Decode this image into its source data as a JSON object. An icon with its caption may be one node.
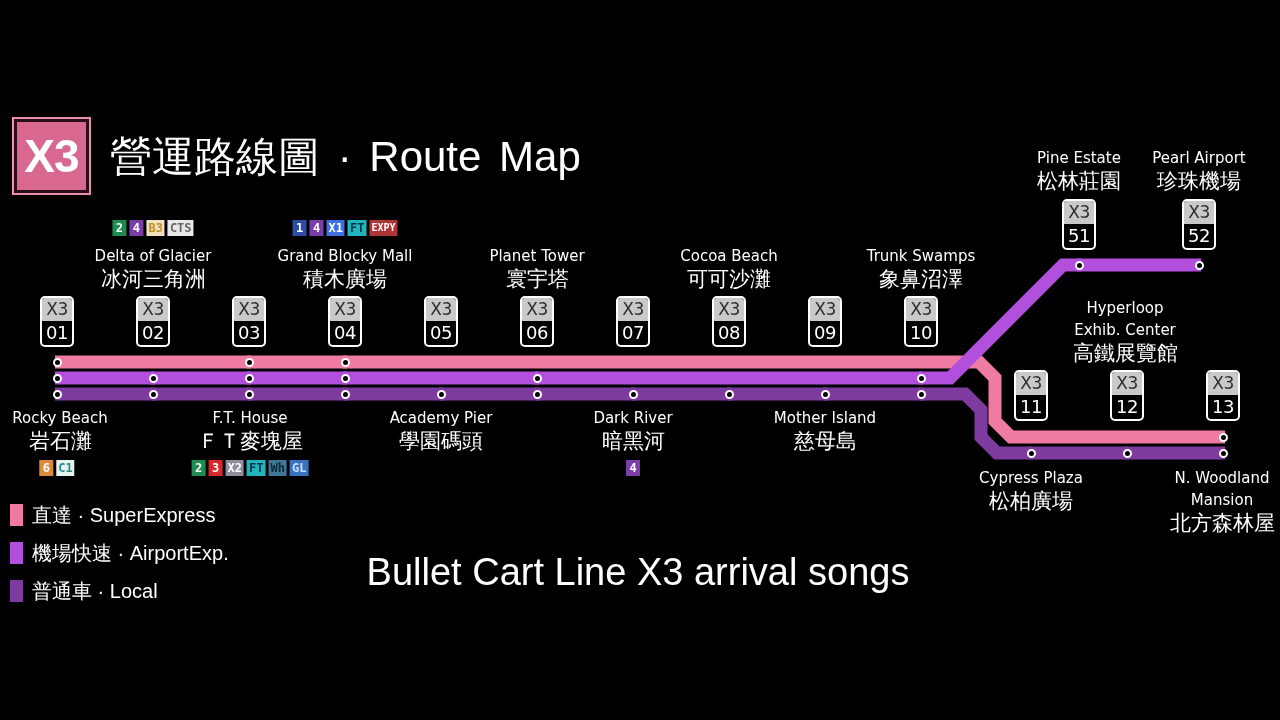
{
  "diagram": {
    "title": "營運路線圖 · Route Map",
    "caption": "Bullet Cart Line X3 arrival songs",
    "nodes": [
      {
        "text": [
          "X3"
        ]
      },
      {
        "text": [
          "X3",
          "01"
        ],
        "beside": [
          "Rocky Beach",
          "岩石灘"
        ]
      },
      {
        "text": [
          "X3",
          "02"
        ],
        "beside": [
          "Delta of Glacier",
          "冰河三角洲"
        ]
      },
      {
        "text": [
          "X3",
          "03"
        ],
        "beside": [
          "F.T. House",
          "ＦＴ麥塊屋"
        ]
      },
      {
        "text": [
          "X3",
          "04"
        ],
        "beside": [
          "Grand Blocky Mall",
          "積木廣場"
        ]
      },
      {
        "text": [
          "X3",
          "05"
        ],
        "beside": [
          "Academy Pier",
          "學園碼頭"
        ]
      },
      {
        "text": [
          "X3",
          "06"
        ],
        "beside": [
          "Planet Tower",
          "寰宇塔"
        ]
      },
      {
        "text": [
          "X3",
          "07"
        ],
        "beside": [
          "Dark River",
          "暗黑河"
        ]
      },
      {
        "text": [
          "X3",
          "08"
        ],
        "beside": [
          "Cocoa Beach",
          "可可沙灘"
        ]
      },
      {
        "text": [
          "X3",
          "09"
        ],
        "beside": [
          "Mother Island",
          "慈母島"
        ]
      },
      {
        "text": [
          "X3",
          "10"
        ],
        "beside": [
          "Trunk Swamps",
          "象鼻沼澤"
        ]
      },
      {
        "text": [
          "X3",
          "51"
        ],
        "beside": [
          "Pine Estate",
          "松林莊園"
        ]
      },
      {
        "text": [
          "X3",
          "52"
        ],
        "beside": [
          "Pearl Airport",
          "珍珠機場"
        ]
      },
      {
        "text": [
          "X3",
          "11"
        ],
        "beside": [
          "Cypress Plaza",
          "松柏廣場"
        ]
      },
      {
        "text": [
          "X3",
          "12"
        ],
        "beside": [
          "Hyperloop Exhib. Center",
          "高鐵展覽館"
        ]
      },
      {
        "text": [
          "X3",
          "13"
        ],
        "beside": [
          "N. Woodland Mansion",
          "北方森林屋"
        ]
      },
      {
        "text": [
          "6"
        ]
      },
      {
        "text": [
          "C1"
        ]
      },
      {
        "text": [
          "2"
        ]
      },
      {
        "text": [
          "4"
        ]
      },
      {
        "text": [
          "B3"
        ]
      },
      {
        "text": [
          "CTS"
        ]
      },
      {
        "text": [
          "2"
        ]
      },
      {
        "text": [
          "3"
        ]
      },
      {
        "text": [
          "X2"
        ]
      },
      {
        "text": [
          "FT"
        ]
      },
      {
        "text": [
          "Wh"
        ]
      },
      {
        "text": [
          "GL"
        ]
      },
      {
        "text": [
          "1"
        ]
      },
      {
        "text": [
          "4"
        ]
      },
      {
        "text": [
          "X1"
        ]
      },
      {
        "text": [
          "FT"
        ]
      },
      {
        "text": [
          "EXPY"
        ]
      },
      {
        "text": [
          "4"
        ]
      },
      {
        "text": [],
        "shape": "circle"
      },
      {
        "text": [],
        "shape": "circle"
      },
      {
        "text": [],
        "shape": "circle"
      },
      {
        "text": [],
        "shape": "circle"
      },
      {
        "text": [],
        "shape": "circle"
      },
      {
        "text": [],
        "shape": "circle"
      },
      {
        "text": [],
        "shape": "circle"
      },
      {
        "text": [],
        "shape": "circle"
      },
      {
        "text": [],
        "shape": "circle"
      },
      {
        "text": [],
        "shape": "circle"
      },
      {
        "text": [],
        "shape": "circle"
      },
      {
        "text": [],
        "shape": "circle"
      },
      {
        "text": [],
        "shape": "circle"
      },
      {
        "text": [],
        "shape": "circle"
      },
      {
        "text": [],
        "shape": "circle"
      },
      {
        "text": [],
        "shape": "circle"
      },
      {
        "text": [],
        "shape": "circle"
      },
      {
        "text": [],
        "shape": "circle"
      },
      {
        "text": [],
        "shape": "circle"
      },
      {
        "text": [],
        "shape": "circle"
      },
      {
        "text": [],
        "shape": "circle"
      },
      {
        "text": [],
        "shape": "circle"
      },
      {
        "text": [],
        "shape": "circle"
      },
      {
        "text": [],
        "shape": "circle"
      },
      {
        "text": [],
        "shape": "circle"
      }
    ],
    "edges": [
      {
        "from": 34,
        "to": 35,
        "arrow": "none",
        "color": "#ef7ba2"
      },
      {
        "from": 35,
        "to": 36,
        "arrow": "none",
        "color": "#ef7ba2"
      },
      {
        "from": 36,
        "to": 37,
        "arrow": "none",
        "color": "#ef7ba2"
      },
      {
        "from": 38,
        "to": 39,
        "arrow": "none",
        "color": "#b24fdc"
      },
      {
        "from": 39,
        "to": 40,
        "arrow": "none",
        "color": "#b24fdc"
      },
      {
        "from": 40,
        "to": 41,
        "arrow": "none",
        "color": "#b24fdc"
      },
      {
        "from": 41,
        "to": 42,
        "arrow": "none",
        "color": "#b24fdc"
      },
      {
        "from": 42,
        "to": 43,
        "arrow": "none",
        "color": "#b24fdc"
      },
      {
        "from": 43,
        "to": 44,
        "arrow": "none",
        "color": "#b24fdc"
      },
      {
        "from": 44,
        "to": 45,
        "arrow": "none",
        "color": "#b24fdc"
      },
      {
        "from": 46,
        "to": 47,
        "arrow": "none"
      },
      {
        "from": 47,
        "to": 48,
        "arrow": "none"
      },
      {
        "from": 48,
        "to": 49,
        "arrow": "none"
      },
      {
        "from": 49,
        "to": 50,
        "arrow": "none"
      },
      {
        "from": 50,
        "to": 51,
        "arrow": "none"
      },
      {
        "from": 51,
        "to": 52,
        "arrow": "none"
      },
      {
        "from": 52,
        "to": 53,
        "arrow": "none"
      },
      {
        "from": 53,
        "to": 54,
        "arrow": "none"
      },
      {
        "from": 54,
        "to": 55,
        "arrow": "none"
      },
      {
        "from": 55,
        "to": 56,
        "arrow": "none"
      },
      {
        "from": 56,
        "to": 57,
        "arrow": "none"
      },
      {
        "from": 57,
        "to": 58,
        "arrow": "none"
      }
    ],
    "legend": [
      {
        "text": "直達 · SuperExpress",
        "color": "#ef7ba2"
      },
      {
        "text": "機場快速 · AirportExp.",
        "color": "#b24fdc"
      },
      {
        "text": "普通車 · Local",
        "color": "#7d3b9f"
      }
    ]
  }
}
